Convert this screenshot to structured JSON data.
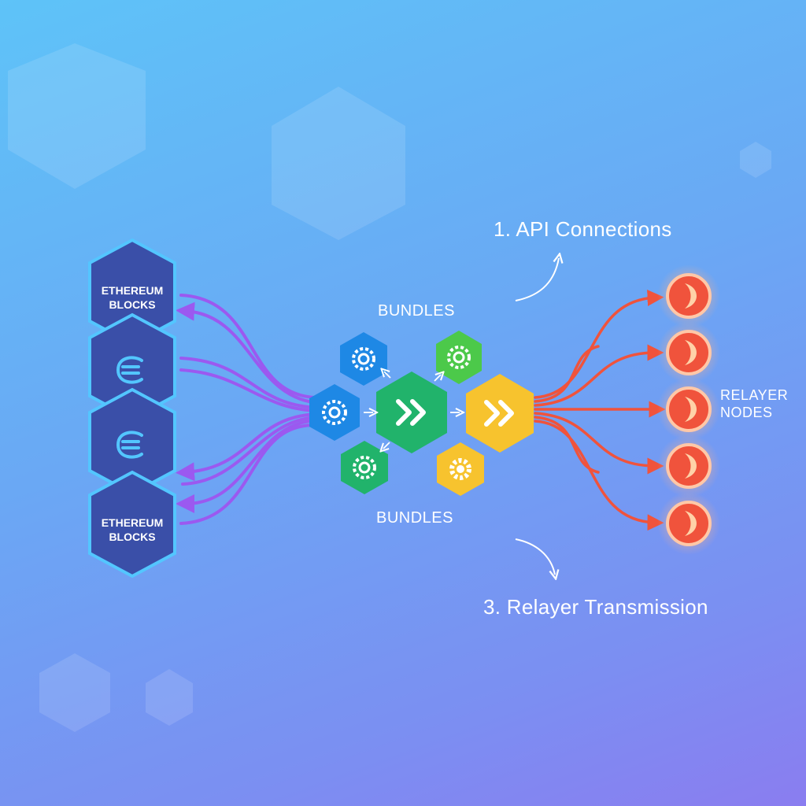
{
  "colors": {
    "block_fill": "#3a4fa8",
    "block_border": "#53c6ff",
    "purple_link": "#9b59f0",
    "red_link": "#f0533c",
    "bundle_blue": "#1e88e5",
    "bundle_green": "#21b36b",
    "bundle_lightgreen": "#4cc94a",
    "bundle_yellow": "#f7c32e",
    "relayer_node": "#f0533c"
  },
  "blocks": [
    {
      "label_line1": "ETHEREUM",
      "label_line2": "BLOCKS",
      "icon": ""
    },
    {
      "label_line1": "",
      "label_line2": "",
      "icon": "ethereum-icon"
    },
    {
      "label_line1": "",
      "label_line2": "",
      "icon": "ethereum-icon"
    },
    {
      "label_line1": "ETHEREUM",
      "label_line2": "BLOCKS",
      "icon": ""
    }
  ],
  "bundles": {
    "top_label": "BUNDLES",
    "bottom_label": "BUNDLES",
    "hexes": [
      {
        "icon": "gear-icon",
        "color": "blue"
      },
      {
        "icon": "gear-icon",
        "color": "lightgreen"
      },
      {
        "icon": "gear-icon",
        "color": "blue"
      },
      {
        "icon": "fast-forward-icon",
        "color": "green"
      },
      {
        "icon": "fast-forward-icon",
        "color": "yellow"
      },
      {
        "icon": "gear-icon",
        "color": "green"
      },
      {
        "icon": "gear-icon",
        "color": "yellow"
      }
    ]
  },
  "annotations": {
    "step1": "1. API Connections",
    "step3": "3. Relayer Transmission"
  },
  "relayer": {
    "label_line1": "RELAYER",
    "label_line2": "NODES",
    "node_count": 5
  }
}
